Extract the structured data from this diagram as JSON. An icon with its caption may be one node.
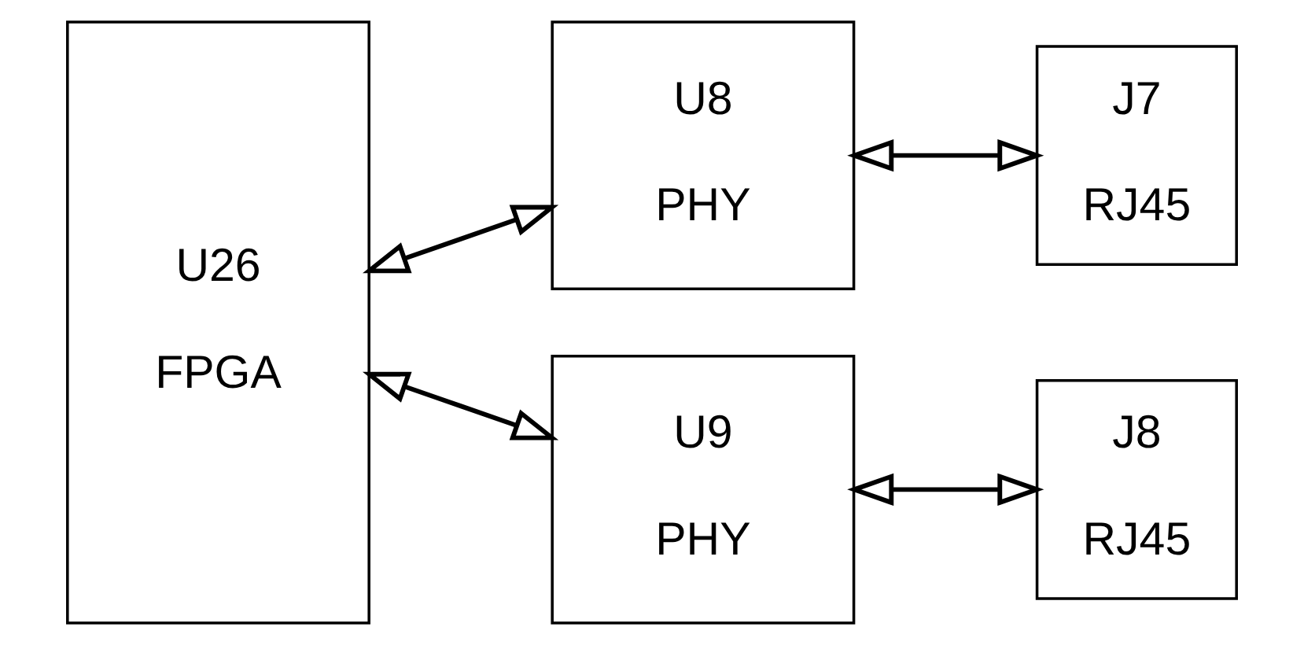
{
  "diagram": {
    "nodes": [
      {
        "text": [
          "U26",
          "FPGA"
        ]
      },
      {
        "text": [
          "U8",
          "PHY"
        ]
      },
      {
        "text": [
          "J7",
          "RJ45"
        ]
      },
      {
        "text": [
          "U9",
          "PHY"
        ]
      },
      {
        "text": [
          "J8",
          "RJ45"
        ]
      }
    ],
    "edges": [
      {
        "from": 0,
        "to": 1,
        "arrow": "both"
      },
      {
        "from": 1,
        "to": 2,
        "arrow": "both"
      },
      {
        "from": 0,
        "to": 3,
        "arrow": "both"
      },
      {
        "from": 3,
        "to": 4,
        "arrow": "both"
      }
    ]
  }
}
